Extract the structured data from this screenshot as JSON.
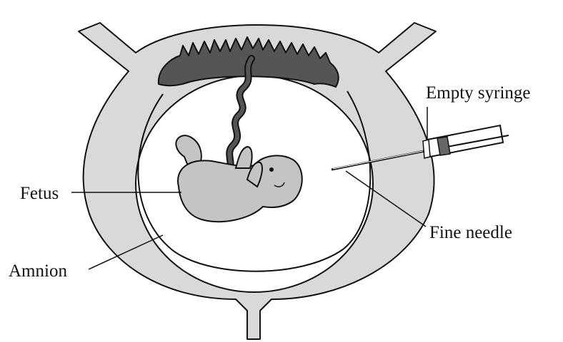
{
  "labels": {
    "syringe": "Empty syringe",
    "fetus": "Fetus",
    "needle": "Fine needle",
    "amnion": "Amnion"
  },
  "colors": {
    "uterus_wall": "#d9d9d9",
    "placenta": "#555555",
    "fetus": "#c4c4c4",
    "stroke": "#111111",
    "background": "#ffffff"
  }
}
